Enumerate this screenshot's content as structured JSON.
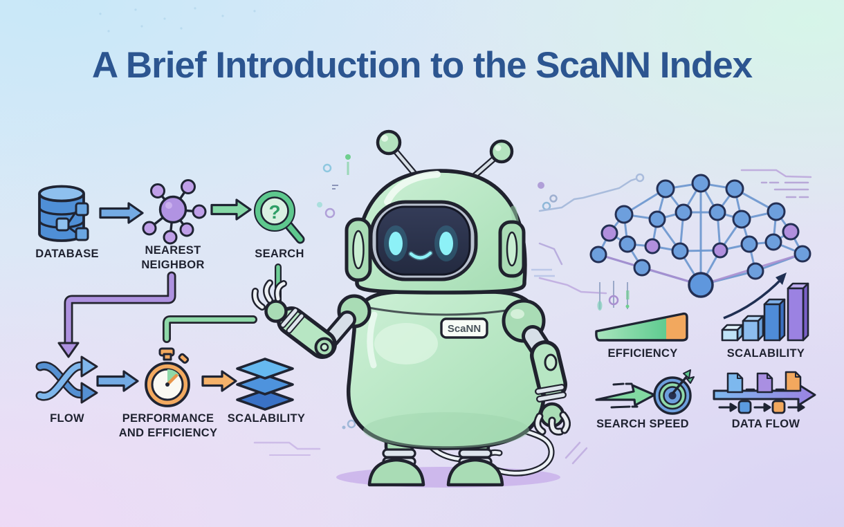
{
  "title": {
    "text": "A Brief Introduction to the ScaNN Index"
  },
  "robot": {
    "badge_label": "ScaNN"
  },
  "left_pipeline": {
    "database": {
      "label": "DATABASE",
      "icon": "database-icon"
    },
    "nearest_neighbor": {
      "label": "NEAREST\nNEIGHBOR",
      "icon": "node-graph-icon"
    },
    "search": {
      "label": "SEARCH",
      "glyph": "?",
      "icon": "magnifier-question-icon"
    },
    "flow": {
      "label": "FLOW",
      "icon": "shuffle-arrows-icon"
    },
    "performance": {
      "label": "PERFORMANCE\nAND EFFICIENCY",
      "icon": "stopwatch-icon"
    },
    "scalability": {
      "label": "SCALABILITY",
      "icon": "stacked-layers-icon"
    }
  },
  "right_panel": {
    "network": {
      "icon": "neural-network-graph-icon"
    },
    "efficiency": {
      "label": "EFFICIENCY",
      "icon": "ramp-gauge-icon"
    },
    "scalability": {
      "label": "SCALABILITY",
      "icon": "growth-bars-icon"
    },
    "search_speed": {
      "label": "SEARCH SPEED",
      "icon": "speed-arrow-target-icon"
    },
    "data_flow": {
      "label": "DATA FLOW",
      "icon": "documents-flow-icon"
    }
  },
  "colors": {
    "title_blue": "#2c5590",
    "label_ink": "#1f2230",
    "robot_mint": "#b7e6c3",
    "accent_blue": "#6d9fdd",
    "accent_purple": "#ae92e0",
    "accent_green": "#7fd4a0",
    "accent_orange": "#f2a65a"
  }
}
